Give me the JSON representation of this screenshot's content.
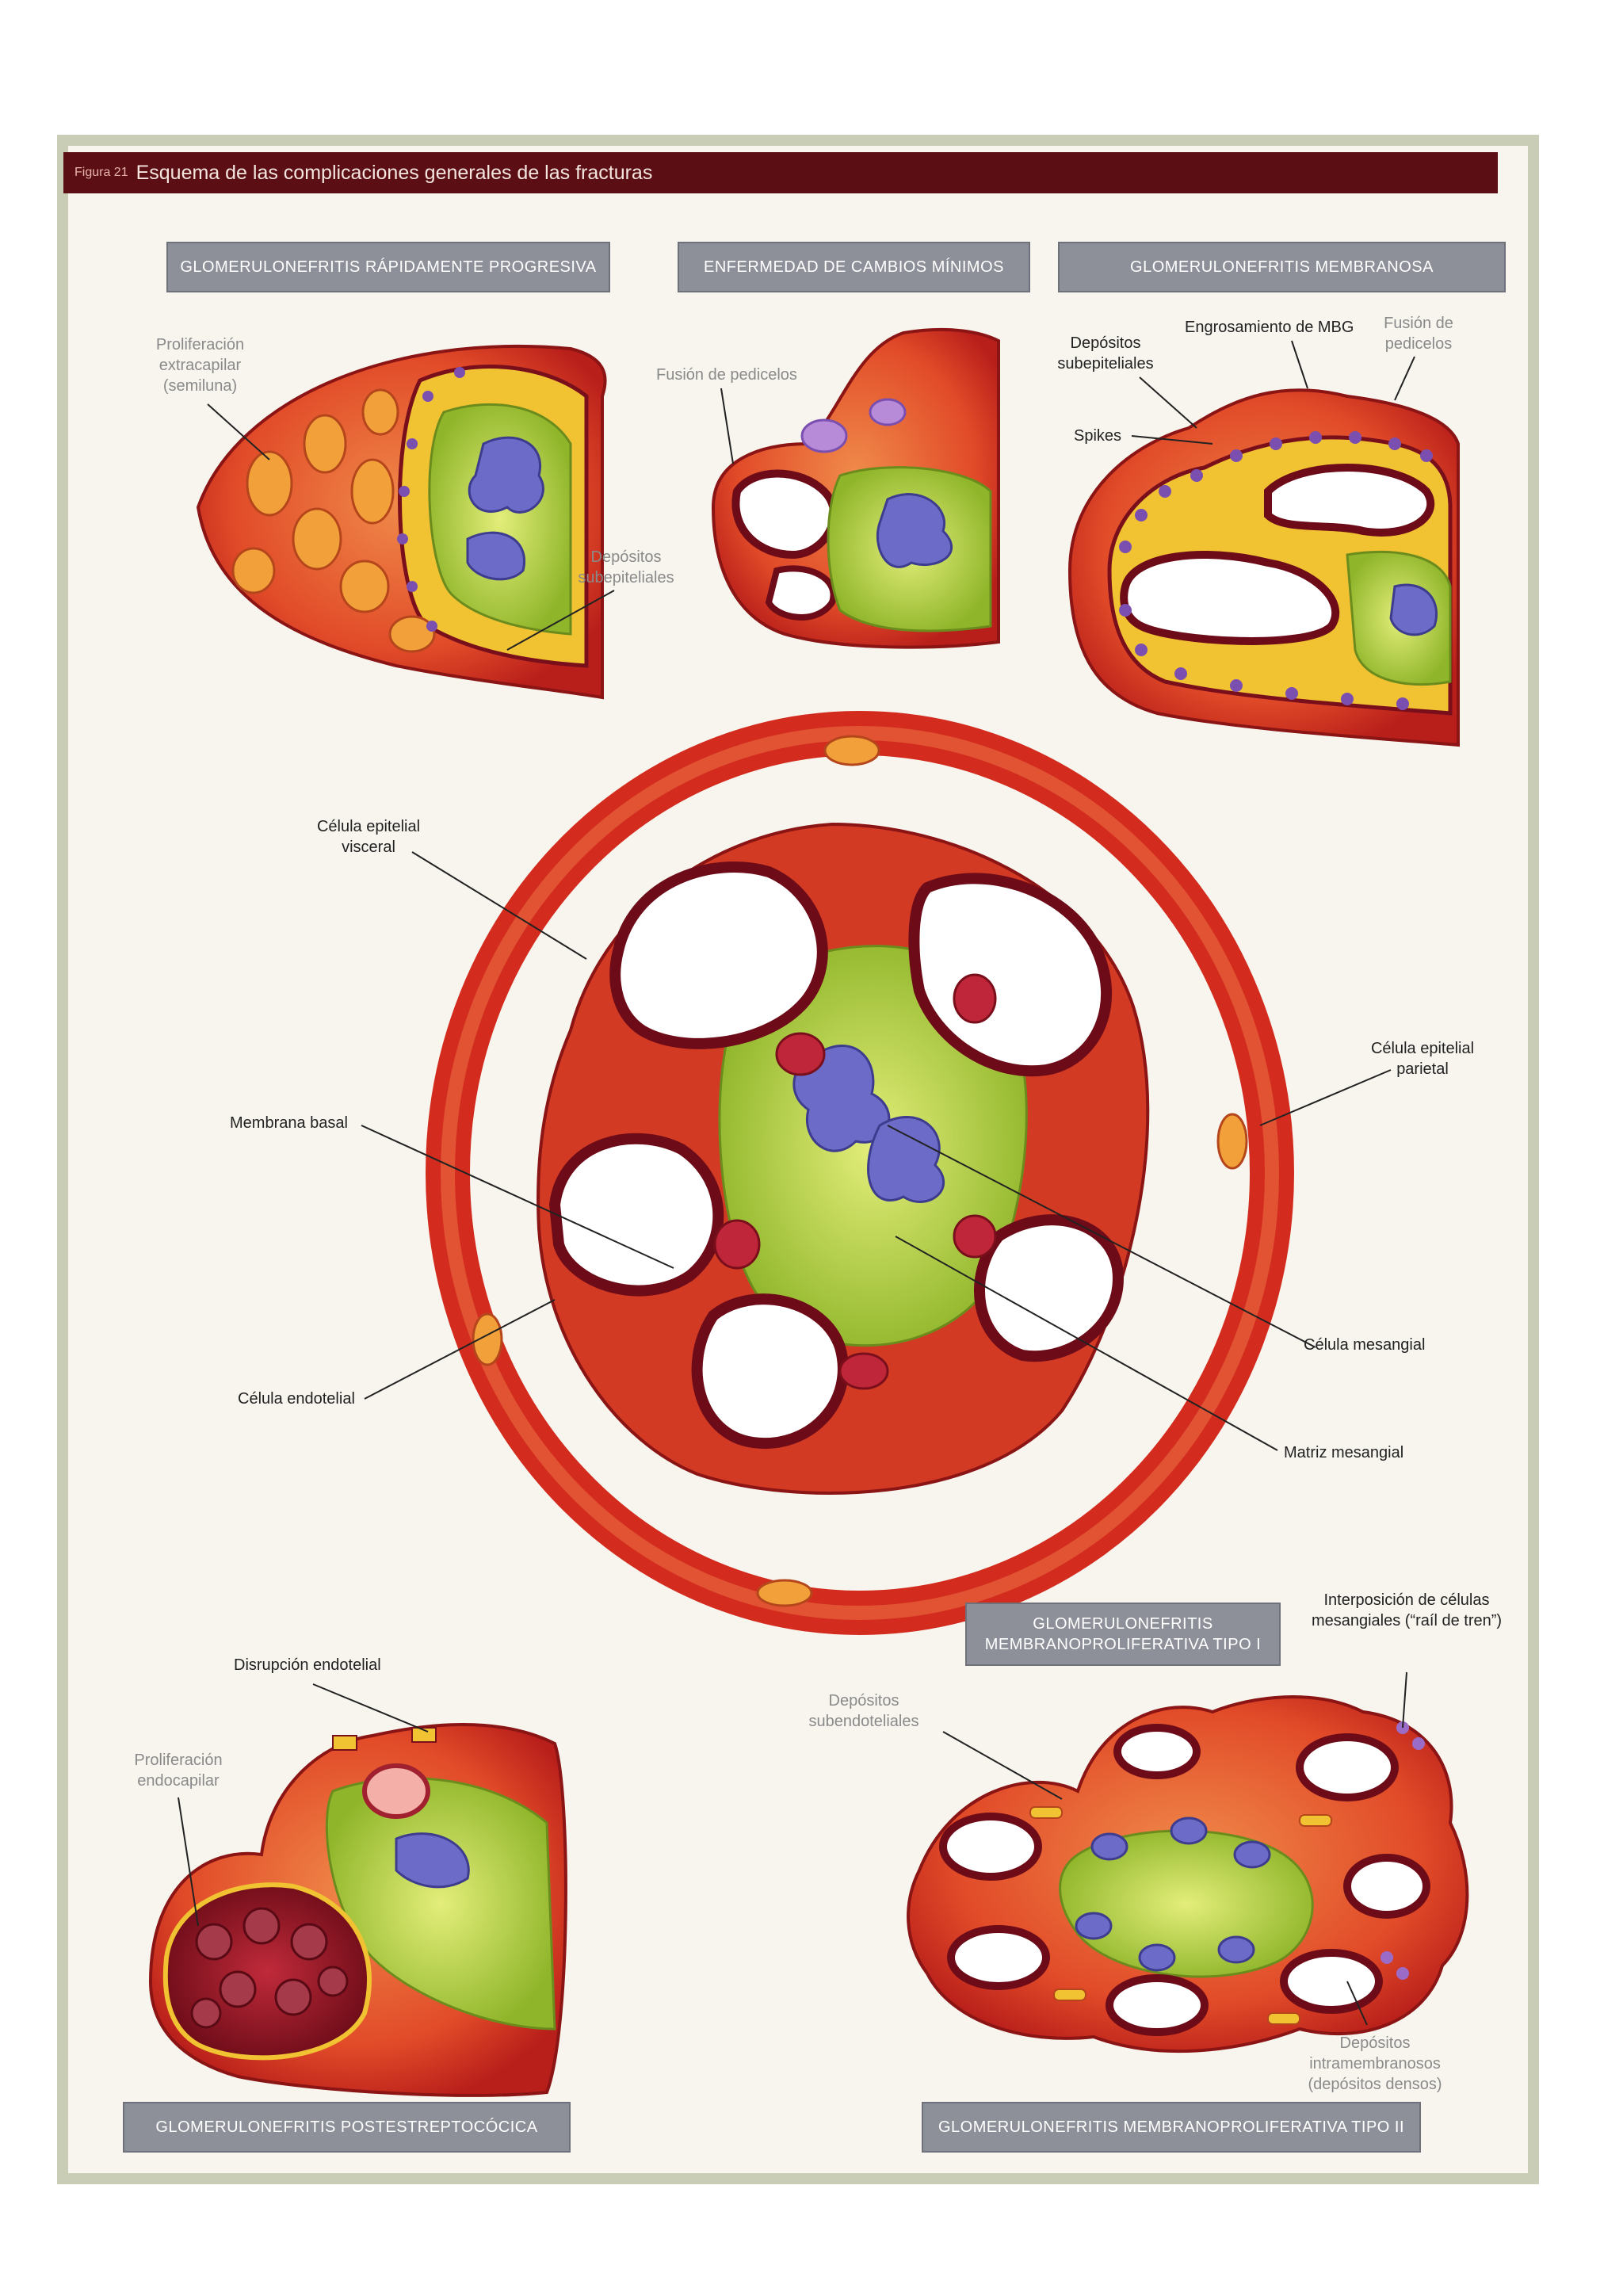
{
  "figure": {
    "number": "Figura 21",
    "title": "Esquema de las complicaciones generales de las fracturas"
  },
  "panels": {
    "rpgn": {
      "title": "GLOMERULONEFRITIS RÁPIDAMENTE PROGRESIVA",
      "labels": {
        "crescent": "Proliferación extracapilar (semiluna)",
        "deposits": "Depósitos subepiteliales"
      }
    },
    "minimal_change": {
      "title": "ENFERMEDAD DE CAMBIOS MÍNIMOS",
      "labels": {
        "fusion": "Fusión de pedicelos"
      }
    },
    "membranous": {
      "title": "GLOMERULONEFRITIS MEMBRANOSA",
      "labels": {
        "deposits": "Depósitos subepiteliales",
        "thickening": "Engrosamiento de MBG",
        "fusion": "Fusión de pedicelos",
        "spikes": "Spikes"
      }
    },
    "normal": {
      "labels": {
        "visceral": "Célula epitelial visceral",
        "parietal": "Célula epitelial parietal",
        "basement": "Membrana basal",
        "endothelial": "Célula endotelial",
        "mesangial_cell": "Célula mesangial",
        "mesangial_matrix": "Matriz mesangial"
      }
    },
    "poststrep": {
      "title": "GLOMERULONEFRITIS POSTESTREPTOCÓCICA",
      "labels": {
        "disruption": "Disrupción endotelial",
        "endocap": "Proliferación endocapilar"
      }
    },
    "mpgn1": {
      "title": "GLOMERULONEFRITIS MEMBRANOPROLIFERATIVA TIPO I",
      "labels": {
        "interposition": "Interposición de células mesangiales (“raíl de tren”)",
        "subendo": "Depósitos subendoteliales"
      }
    },
    "mpgn2": {
      "title": "GLOMERULONEFRITIS MEMBRANOPROLIFERATIVA TIPO II",
      "labels": {
        "intramembranous": "Depósitos intramembranosos (depósitos densos)"
      }
    }
  },
  "colors": {
    "title_bar": "#5b0f15",
    "panel_title": "#8e9099",
    "frame": "#c9cdb5",
    "tissue_red": "#d83b22",
    "capillary_dark": "#7a0f1c",
    "mesangium_green": "#b7cf3c",
    "mesangial_blue": "#6c6bc7",
    "membrane_yellow": "#f1c232"
  }
}
